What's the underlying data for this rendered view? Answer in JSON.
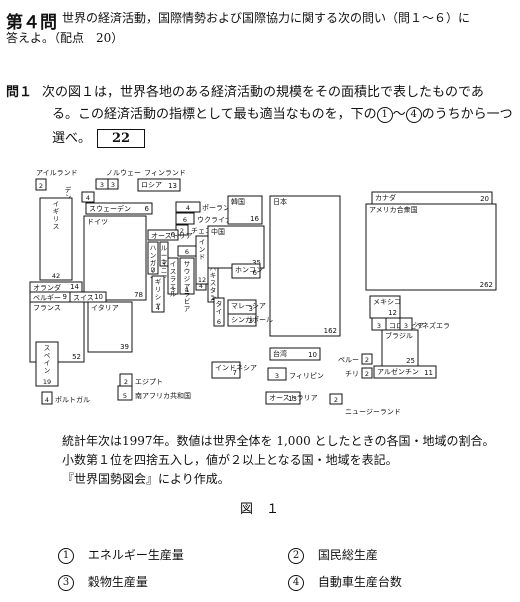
{
  "header": {
    "label": "第４問",
    "text1": "世界の経済活動，国際情勢および国際協力に関する次の問い（問１～６）に",
    "text2": "答えよ。（配点　20）"
  },
  "question": {
    "label": "問１",
    "line1": "次の図１は，世界各地のある経済活動の規模をその面積比で表したものであ",
    "line2": "る。この経済活動の指標として最も適当なものを，下の",
    "range_start": "1",
    "range_sep": "～",
    "range_end": "4",
    "line2_tail": "のうちから一つ",
    "line3": "選べ。",
    "answer_number": "22"
  },
  "figure": {
    "regions": [
      {
        "name": "アイルランド",
        "value": "2"
      },
      {
        "name": "ノルウェー",
        "value": "3"
      },
      {
        "name": "フィンランド",
        "value": "3"
      },
      {
        "name": "デンマーク",
        "value": "4"
      },
      {
        "name": "スウェーデン",
        "value": "6"
      },
      {
        "name": "ロシア",
        "value": "13"
      },
      {
        "name": "ポーランド",
        "value": "4"
      },
      {
        "name": "ウクライナ",
        "value": "6"
      },
      {
        "name": "チェコ",
        "value": "2"
      },
      {
        "name": "オーストリア",
        "value": "6"
      },
      {
        "name": "イギリス",
        "value": "42"
      },
      {
        "name": "ドイツ",
        "value": "78"
      },
      {
        "name": "ハンガリー",
        "value": "2"
      },
      {
        "name": "ルーマニア",
        "value": "1"
      },
      {
        "name": "ギリシャ",
        "value": "4"
      },
      {
        "name": "トルコ",
        "value": "6"
      },
      {
        "name": "イスラエル",
        "value": "3"
      },
      {
        "name": "サウジアラビア",
        "value": "4"
      },
      {
        "name": "イラン",
        "value": "4"
      },
      {
        "name": "インド",
        "value": "12"
      },
      {
        "name": "パキスタン",
        "value": "2"
      },
      {
        "name": "オランダ",
        "value": "14"
      },
      {
        "name": "ベルギー",
        "value": "9"
      },
      {
        "name": "スイス",
        "value": "10"
      },
      {
        "name": "フランス",
        "value": "52"
      },
      {
        "name": "イタリア",
        "value": "39"
      },
      {
        "name": "スペイン",
        "value": "19"
      },
      {
        "name": "ポルトガル",
        "value": "4"
      },
      {
        "name": "韓国",
        "value": "16"
      },
      {
        "name": "中国",
        "value": "35"
      },
      {
        "name": "日本",
        "value": "162"
      },
      {
        "name": "ホンコン",
        "value": "6"
      },
      {
        "name": "タイ",
        "value": "6"
      },
      {
        "name": "マレーシア",
        "value": "3"
      },
      {
        "name": "シンガポール",
        "value": "3"
      },
      {
        "name": "台湾",
        "value": "10"
      },
      {
        "name": "フィリピン",
        "value": "3"
      },
      {
        "name": "インドネシア",
        "value": "7"
      },
      {
        "name": "オーストラリア",
        "value": "13"
      },
      {
        "name": "ニュージーランド",
        "value": "2"
      },
      {
        "name": "エジプト",
        "value": "2"
      },
      {
        "name": "南アフリカ共和国",
        "value": "5"
      },
      {
        "name": "カナダ",
        "value": "20"
      },
      {
        "name": "アメリカ合衆国",
        "value": "262"
      },
      {
        "name": "メキシコ",
        "value": "12"
      },
      {
        "name": "コロンビア",
        "value": "3"
      },
      {
        "name": "ベネズエラ",
        "value": "3"
      },
      {
        "name": "ブラジル",
        "value": "25"
      },
      {
        "name": "ペルー",
        "value": "2"
      },
      {
        "name": "チリ",
        "value": "2"
      },
      {
        "name": "アルゼンチン",
        "value": "11"
      }
    ],
    "note1": "統計年次は1997年。数値は世界全体を 1,000 としたときの各国・地域の割合。",
    "note2": "小数第１位を四捨五入し，値が２以上となる国・地域を表記。",
    "note3": "『世界国勢図会』により作成。",
    "caption": "図　１"
  },
  "choices": [
    {
      "number": "1",
      "label": "エネルギー生産量"
    },
    {
      "number": "2",
      "label": "国民総生産"
    },
    {
      "number": "3",
      "label": "穀物生産量"
    },
    {
      "number": "4",
      "label": "自動車生産台数"
    }
  ]
}
